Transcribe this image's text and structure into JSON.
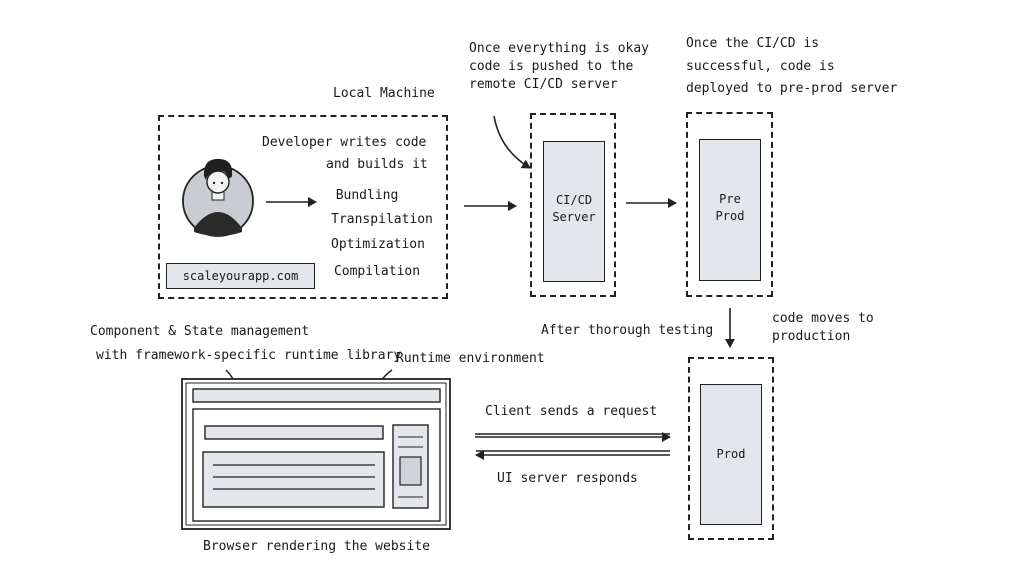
{
  "labels": {
    "local_machine": "Local Machine",
    "dev_line1": "Developer writes code",
    "dev_line2": "and builds it",
    "step_bundling": "Bundling",
    "step_transpilation": "Transpilation",
    "step_optimization": "Optimization",
    "step_compilation": "Compilation",
    "site_url": "scaleyourapp.com",
    "push_line1": "Once everything is okay",
    "push_line2": "code is pushed to the",
    "push_line3": "remote CI/CD server",
    "deploy_line1": "Once the CI/CD is",
    "deploy_line2": "successful, code is",
    "deploy_line3": "deployed to pre-prod server",
    "cicd_server": "CI/CD Server",
    "pre_prod": "Pre Prod",
    "prod": "Prod",
    "after_testing": "After thorough testing",
    "moves_line1": "code moves to",
    "moves_line2": "production",
    "component_line1": "Component & State management",
    "component_line2": "with framework-specific runtime library",
    "runtime_env": "Runtime environment",
    "client_request": "Client sends a request",
    "ui_responds": "UI server responds",
    "browser_caption": "Browser rendering the website"
  },
  "colors": {
    "stroke": "#222222",
    "box_fill": "#e3e6ea",
    "avatar_fill": "#c9ccd1"
  }
}
